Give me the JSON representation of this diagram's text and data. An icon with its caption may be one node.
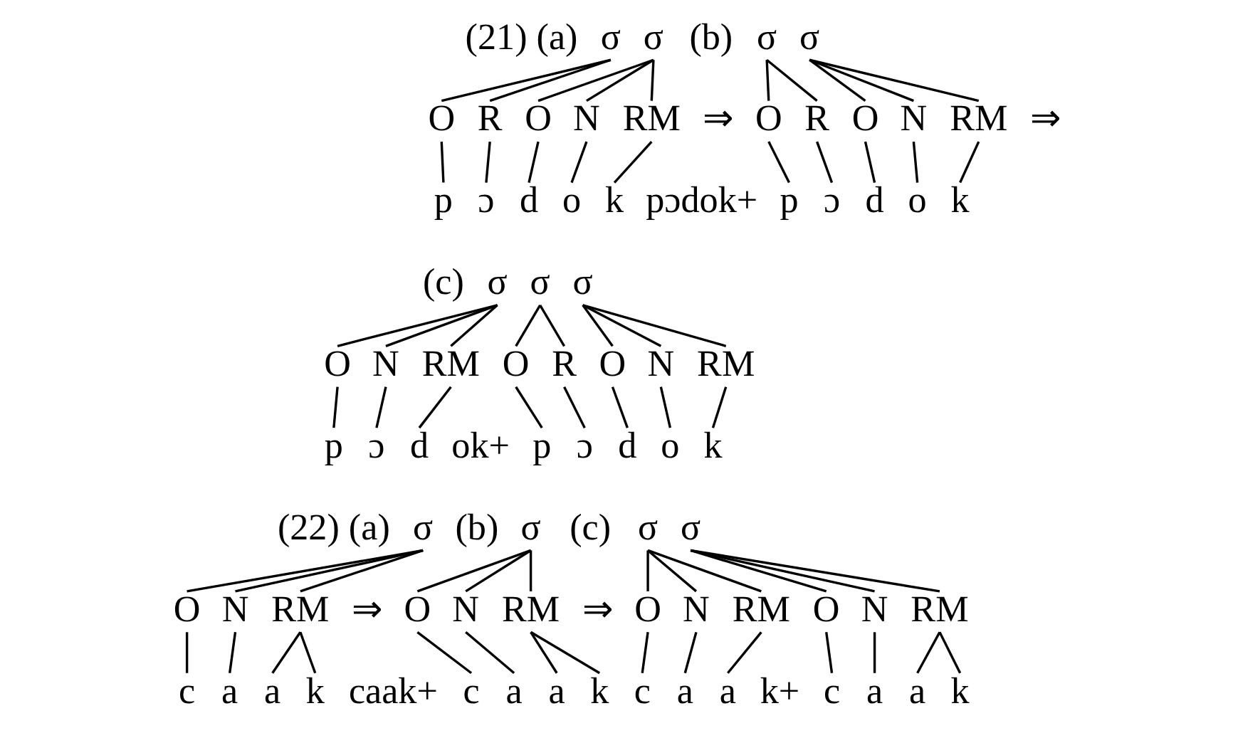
{
  "diagram": {
    "nodes": [
      {
        "text": [
          "σ"
        ]
      },
      {
        "text": [
          "σ"
        ]
      },
      {
        "text": [
          "O"
        ]
      },
      {
        "text": [
          "R"
        ]
      },
      {
        "text": [
          "O"
        ]
      },
      {
        "text": [
          "N"
        ]
      },
      {
        "text": [
          "RM"
        ]
      },
      {
        "text": [
          "p"
        ]
      },
      {
        "text": [
          "ɔ"
        ]
      },
      {
        "text": [
          "d"
        ]
      },
      {
        "text": [
          "o"
        ]
      },
      {
        "text": [
          "k"
        ]
      },
      {
        "text": [
          "σ"
        ]
      },
      {
        "text": [
          "σ"
        ]
      },
      {
        "text": [
          "O"
        ]
      },
      {
        "text": [
          "R"
        ]
      },
      {
        "text": [
          "O"
        ]
      },
      {
        "text": [
          "N"
        ]
      },
      {
        "text": [
          "RM"
        ]
      },
      {
        "text": [
          "p"
        ]
      },
      {
        "text": [
          "ɔ"
        ]
      },
      {
        "text": [
          "d"
        ]
      },
      {
        "text": [
          "o"
        ]
      },
      {
        "text": [
          "k"
        ]
      },
      {
        "text": [
          "σ"
        ]
      },
      {
        "text": [
          "σ"
        ]
      },
      {
        "text": [
          "σ"
        ]
      },
      {
        "text": [
          "O"
        ]
      },
      {
        "text": [
          "N"
        ]
      },
      {
        "text": [
          "RM"
        ]
      },
      {
        "text": [
          "O"
        ]
      },
      {
        "text": [
          "R"
        ]
      },
      {
        "text": [
          "O"
        ]
      },
      {
        "text": [
          "N"
        ]
      },
      {
        "text": [
          "RM"
        ]
      },
      {
        "text": [
          "p"
        ]
      },
      {
        "text": [
          "ɔ"
        ]
      },
      {
        "text": [
          "d"
        ]
      },
      {
        "text": [
          "p"
        ]
      },
      {
        "text": [
          "ɔ"
        ]
      },
      {
        "text": [
          "d"
        ]
      },
      {
        "text": [
          "o"
        ]
      },
      {
        "text": [
          "k"
        ]
      },
      {
        "text": [
          "σ"
        ]
      },
      {
        "text": [
          "O"
        ]
      },
      {
        "text": [
          "N"
        ]
      },
      {
        "text": [
          "RM"
        ]
      },
      {
        "text": [
          "c"
        ]
      },
      {
        "text": [
          "a"
        ]
      },
      {
        "text": [
          "a"
        ]
      },
      {
        "text": [
          "k"
        ]
      },
      {
        "text": [
          "σ"
        ]
      },
      {
        "text": [
          "O"
        ]
      },
      {
        "text": [
          "N"
        ]
      },
      {
        "text": [
          "RM"
        ]
      },
      {
        "text": [
          "c"
        ]
      },
      {
        "text": [
          "a"
        ]
      },
      {
        "text": [
          "a"
        ]
      },
      {
        "text": [
          "k"
        ]
      },
      {
        "text": [
          "σ"
        ]
      },
      {
        "text": [
          "O"
        ]
      },
      {
        "text": [
          "N"
        ]
      },
      {
        "text": [
          "RM"
        ]
      },
      {
        "text": [
          "c"
        ]
      },
      {
        "text": [
          "a"
        ]
      },
      {
        "text": [
          "a"
        ]
      },
      {
        "text": [
          "σ"
        ]
      },
      {
        "text": [
          "O"
        ]
      },
      {
        "text": [
          "N"
        ]
      },
      {
        "text": [
          "RM"
        ]
      },
      {
        "text": [
          "c"
        ]
      },
      {
        "text": [
          "a"
        ]
      },
      {
        "text": [
          "a"
        ]
      },
      {
        "text": [
          "k"
        ]
      }
    ],
    "edges": [
      {
        "from": 0,
        "to": 2,
        "arrow": "none"
      },
      {
        "from": 0,
        "to": 3,
        "arrow": "none"
      },
      {
        "from": 1,
        "to": 4,
        "arrow": "none"
      },
      {
        "from": 1,
        "to": 5,
        "arrow": "none"
      },
      {
        "from": 1,
        "to": 6,
        "arrow": "none"
      },
      {
        "from": 2,
        "to": 7,
        "arrow": "none"
      },
      {
        "from": 3,
        "to": 8,
        "arrow": "none"
      },
      {
        "from": 4,
        "to": 9,
        "arrow": "none"
      },
      {
        "from": 5,
        "to": 10,
        "arrow": "none"
      },
      {
        "from": 6,
        "to": 11,
        "arrow": "none"
      },
      {
        "from": 12,
        "to": 14,
        "arrow": "none"
      },
      {
        "from": 12,
        "to": 15,
        "arrow": "none"
      },
      {
        "from": 13,
        "to": 16,
        "arrow": "none"
      },
      {
        "from": 13,
        "to": 17,
        "arrow": "none"
      },
      {
        "from": 13,
        "to": 18,
        "arrow": "none"
      },
      {
        "from": 14,
        "to": 19,
        "arrow": "none"
      },
      {
        "from": 15,
        "to": 20,
        "arrow": "none"
      },
      {
        "from": 16,
        "to": 21,
        "arrow": "none"
      },
      {
        "from": 17,
        "to": 22,
        "arrow": "none"
      },
      {
        "from": 18,
        "to": 23,
        "arrow": "none"
      },
      {
        "from": 24,
        "to": 27,
        "arrow": "none"
      },
      {
        "from": 24,
        "to": 28,
        "arrow": "none"
      },
      {
        "from": 24,
        "to": 29,
        "arrow": "none"
      },
      {
        "from": 25,
        "to": 30,
        "arrow": "none"
      },
      {
        "from": 25,
        "to": 31,
        "arrow": "none"
      },
      {
        "from": 26,
        "to": 32,
        "arrow": "none"
      },
      {
        "from": 26,
        "to": 33,
        "arrow": "none"
      },
      {
        "from": 26,
        "to": 34,
        "arrow": "none"
      },
      {
        "from": 27,
        "to": 35,
        "arrow": "none"
      },
      {
        "from": 28,
        "to": 36,
        "arrow": "none"
      },
      {
        "from": 29,
        "to": 37,
        "arrow": "none"
      },
      {
        "from": 30,
        "to": 38,
        "arrow": "none"
      },
      {
        "from": 31,
        "to": 39,
        "arrow": "none"
      },
      {
        "from": 32,
        "to": 40,
        "arrow": "none"
      },
      {
        "from": 33,
        "to": 41,
        "arrow": "none"
      },
      {
        "from": 34,
        "to": 42,
        "arrow": "none"
      },
      {
        "from": 43,
        "to": 44,
        "arrow": "none"
      },
      {
        "from": 43,
        "to": 45,
        "arrow": "none"
      },
      {
        "from": 43,
        "to": 46,
        "arrow": "none"
      },
      {
        "from": 44,
        "to": 47,
        "arrow": "none"
      },
      {
        "from": 45,
        "to": 48,
        "arrow": "none"
      },
      {
        "from": 46,
        "to": 49,
        "arrow": "none"
      },
      {
        "from": 46,
        "to": 50,
        "arrow": "none"
      },
      {
        "from": 51,
        "to": 52,
        "arrow": "none"
      },
      {
        "from": 51,
        "to": 53,
        "arrow": "none"
      },
      {
        "from": 51,
        "to": 54,
        "arrow": "none"
      },
      {
        "from": 52,
        "to": 55,
        "arrow": "none"
      },
      {
        "from": 53,
        "to": 56,
        "arrow": "none"
      },
      {
        "from": 54,
        "to": 57,
        "arrow": "none"
      },
      {
        "from": 54,
        "to": 58,
        "arrow": "none"
      },
      {
        "from": 59,
        "to": 60,
        "arrow": "none"
      },
      {
        "from": 59,
        "to": 61,
        "arrow": "none"
      },
      {
        "from": 59,
        "to": 62,
        "arrow": "none"
      },
      {
        "from": 60,
        "to": 63,
        "arrow": "none"
      },
      {
        "from": 61,
        "to": 64,
        "arrow": "none"
      },
      {
        "from": 62,
        "to": 65,
        "arrow": "none"
      },
      {
        "from": 66,
        "to": 67,
        "arrow": "none"
      },
      {
        "from": 66,
        "to": 68,
        "arrow": "none"
      },
      {
        "from": 66,
        "to": 69,
        "arrow": "none"
      },
      {
        "from": 67,
        "to": 70,
        "arrow": "none"
      },
      {
        "from": 68,
        "to": 71,
        "arrow": "none"
      },
      {
        "from": 69,
        "to": 72,
        "arrow": "none"
      },
      {
        "from": 69,
        "to": 73,
        "arrow": "none"
      }
    ],
    "labels": [
      "(21) (a)",
      "(b)",
      "⇒",
      "⇒",
      "pɔdok+",
      "(c)",
      "ok+",
      "(22) (a)",
      "(b)",
      "(c)",
      "⇒",
      "⇒",
      "caak+",
      "k+"
    ]
  }
}
